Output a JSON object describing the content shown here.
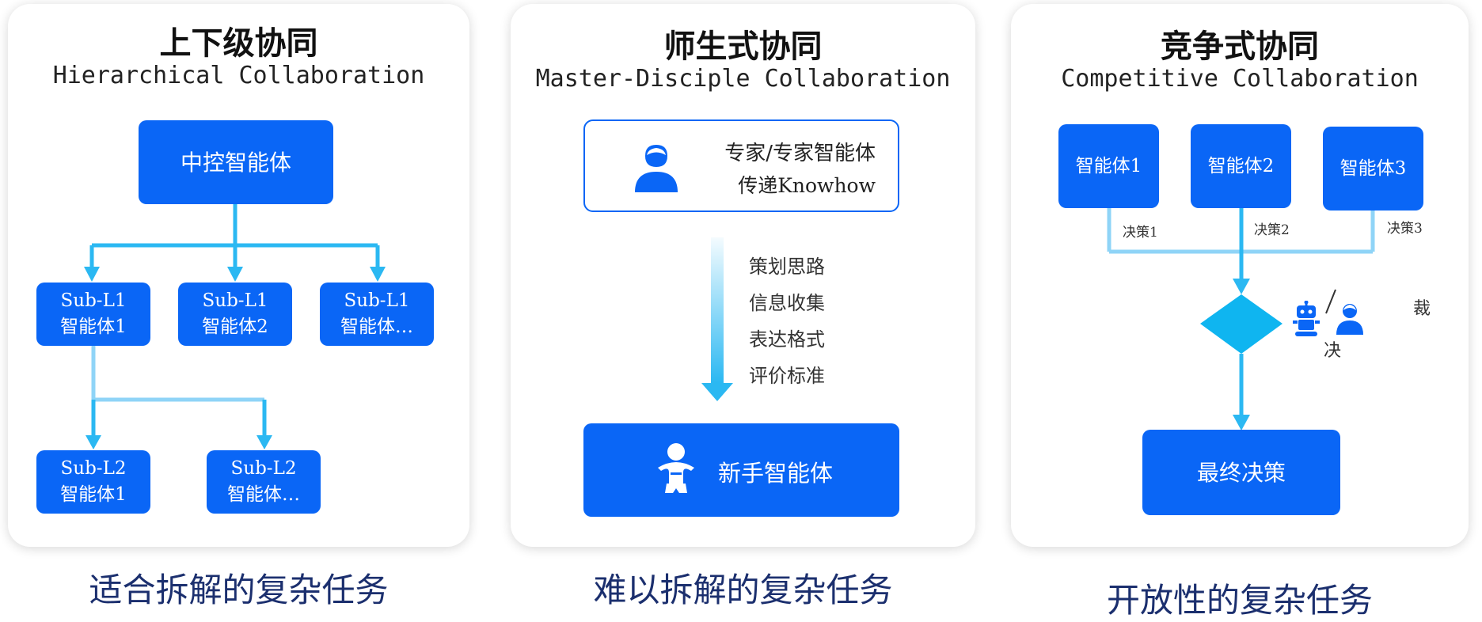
{
  "panels": [
    {
      "title": "上下级协同",
      "subtitle": "Hierarchical Collaboration",
      "root_node": "中控智能体",
      "l1_nodes": [
        {
          "line1": "Sub-L1",
          "line2": "智能体1"
        },
        {
          "line1": "Sub-L1",
          "line2": "智能体2"
        },
        {
          "line1": "Sub-L1",
          "line2": "智能体…"
        }
      ],
      "l2_nodes": [
        {
          "line1": "Sub-L2",
          "line2": "智能体1"
        },
        {
          "line1": "Sub-L2",
          "line2": "智能体…"
        }
      ],
      "caption": "适合拆解的复杂任务"
    },
    {
      "title": "师生式协同",
      "subtitle": "Master-Disciple Collaboration",
      "expert_line1": "专家/专家智能体",
      "expert_line2": "传递Knowhow",
      "steps": [
        "策划思路",
        "信息收集",
        "表达格式",
        "评价标准"
      ],
      "novice_node": "新手智能体",
      "caption": "难以拆解的复杂任务"
    },
    {
      "title": "竞争式协同",
      "subtitle": "Competitive Collaboration",
      "agents": [
        "智能体1",
        "智能体2",
        "智能体3"
      ],
      "decisions": [
        "决策1",
        "决策2",
        "决策3"
      ],
      "judge_char_1": "裁",
      "judge_char_2": "决",
      "final_node": "最终决策",
      "caption": "开放性的复杂任务"
    }
  ],
  "icons": {
    "expert": "expert-user-icon",
    "novice": "baby-icon",
    "robot": "robot-icon",
    "person": "person-icon"
  },
  "colors": {
    "node_blue": "#0a66f6",
    "arrow_cyan": "#2bb8f2",
    "arrow_light": "#8fd4f7",
    "diamond": "#0fb5f0",
    "caption": "#1b2f6e"
  }
}
